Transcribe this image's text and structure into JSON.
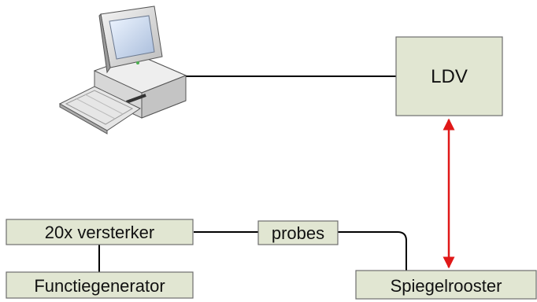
{
  "diagram": {
    "nodes": {
      "computer": {
        "label": ""
      },
      "ldv": {
        "label": "LDV"
      },
      "amplifier": {
        "label": "20x versterker"
      },
      "function_generator": {
        "label": "Functiegenerator"
      },
      "probes": {
        "label": "probes"
      },
      "mirror_grating": {
        "label": "Spiegelrooster"
      }
    },
    "colors": {
      "box_fill": "#e1e6d2",
      "box_stroke": "#6d6d6d",
      "line": "#000000",
      "laser_arrow": "#e01818"
    }
  }
}
